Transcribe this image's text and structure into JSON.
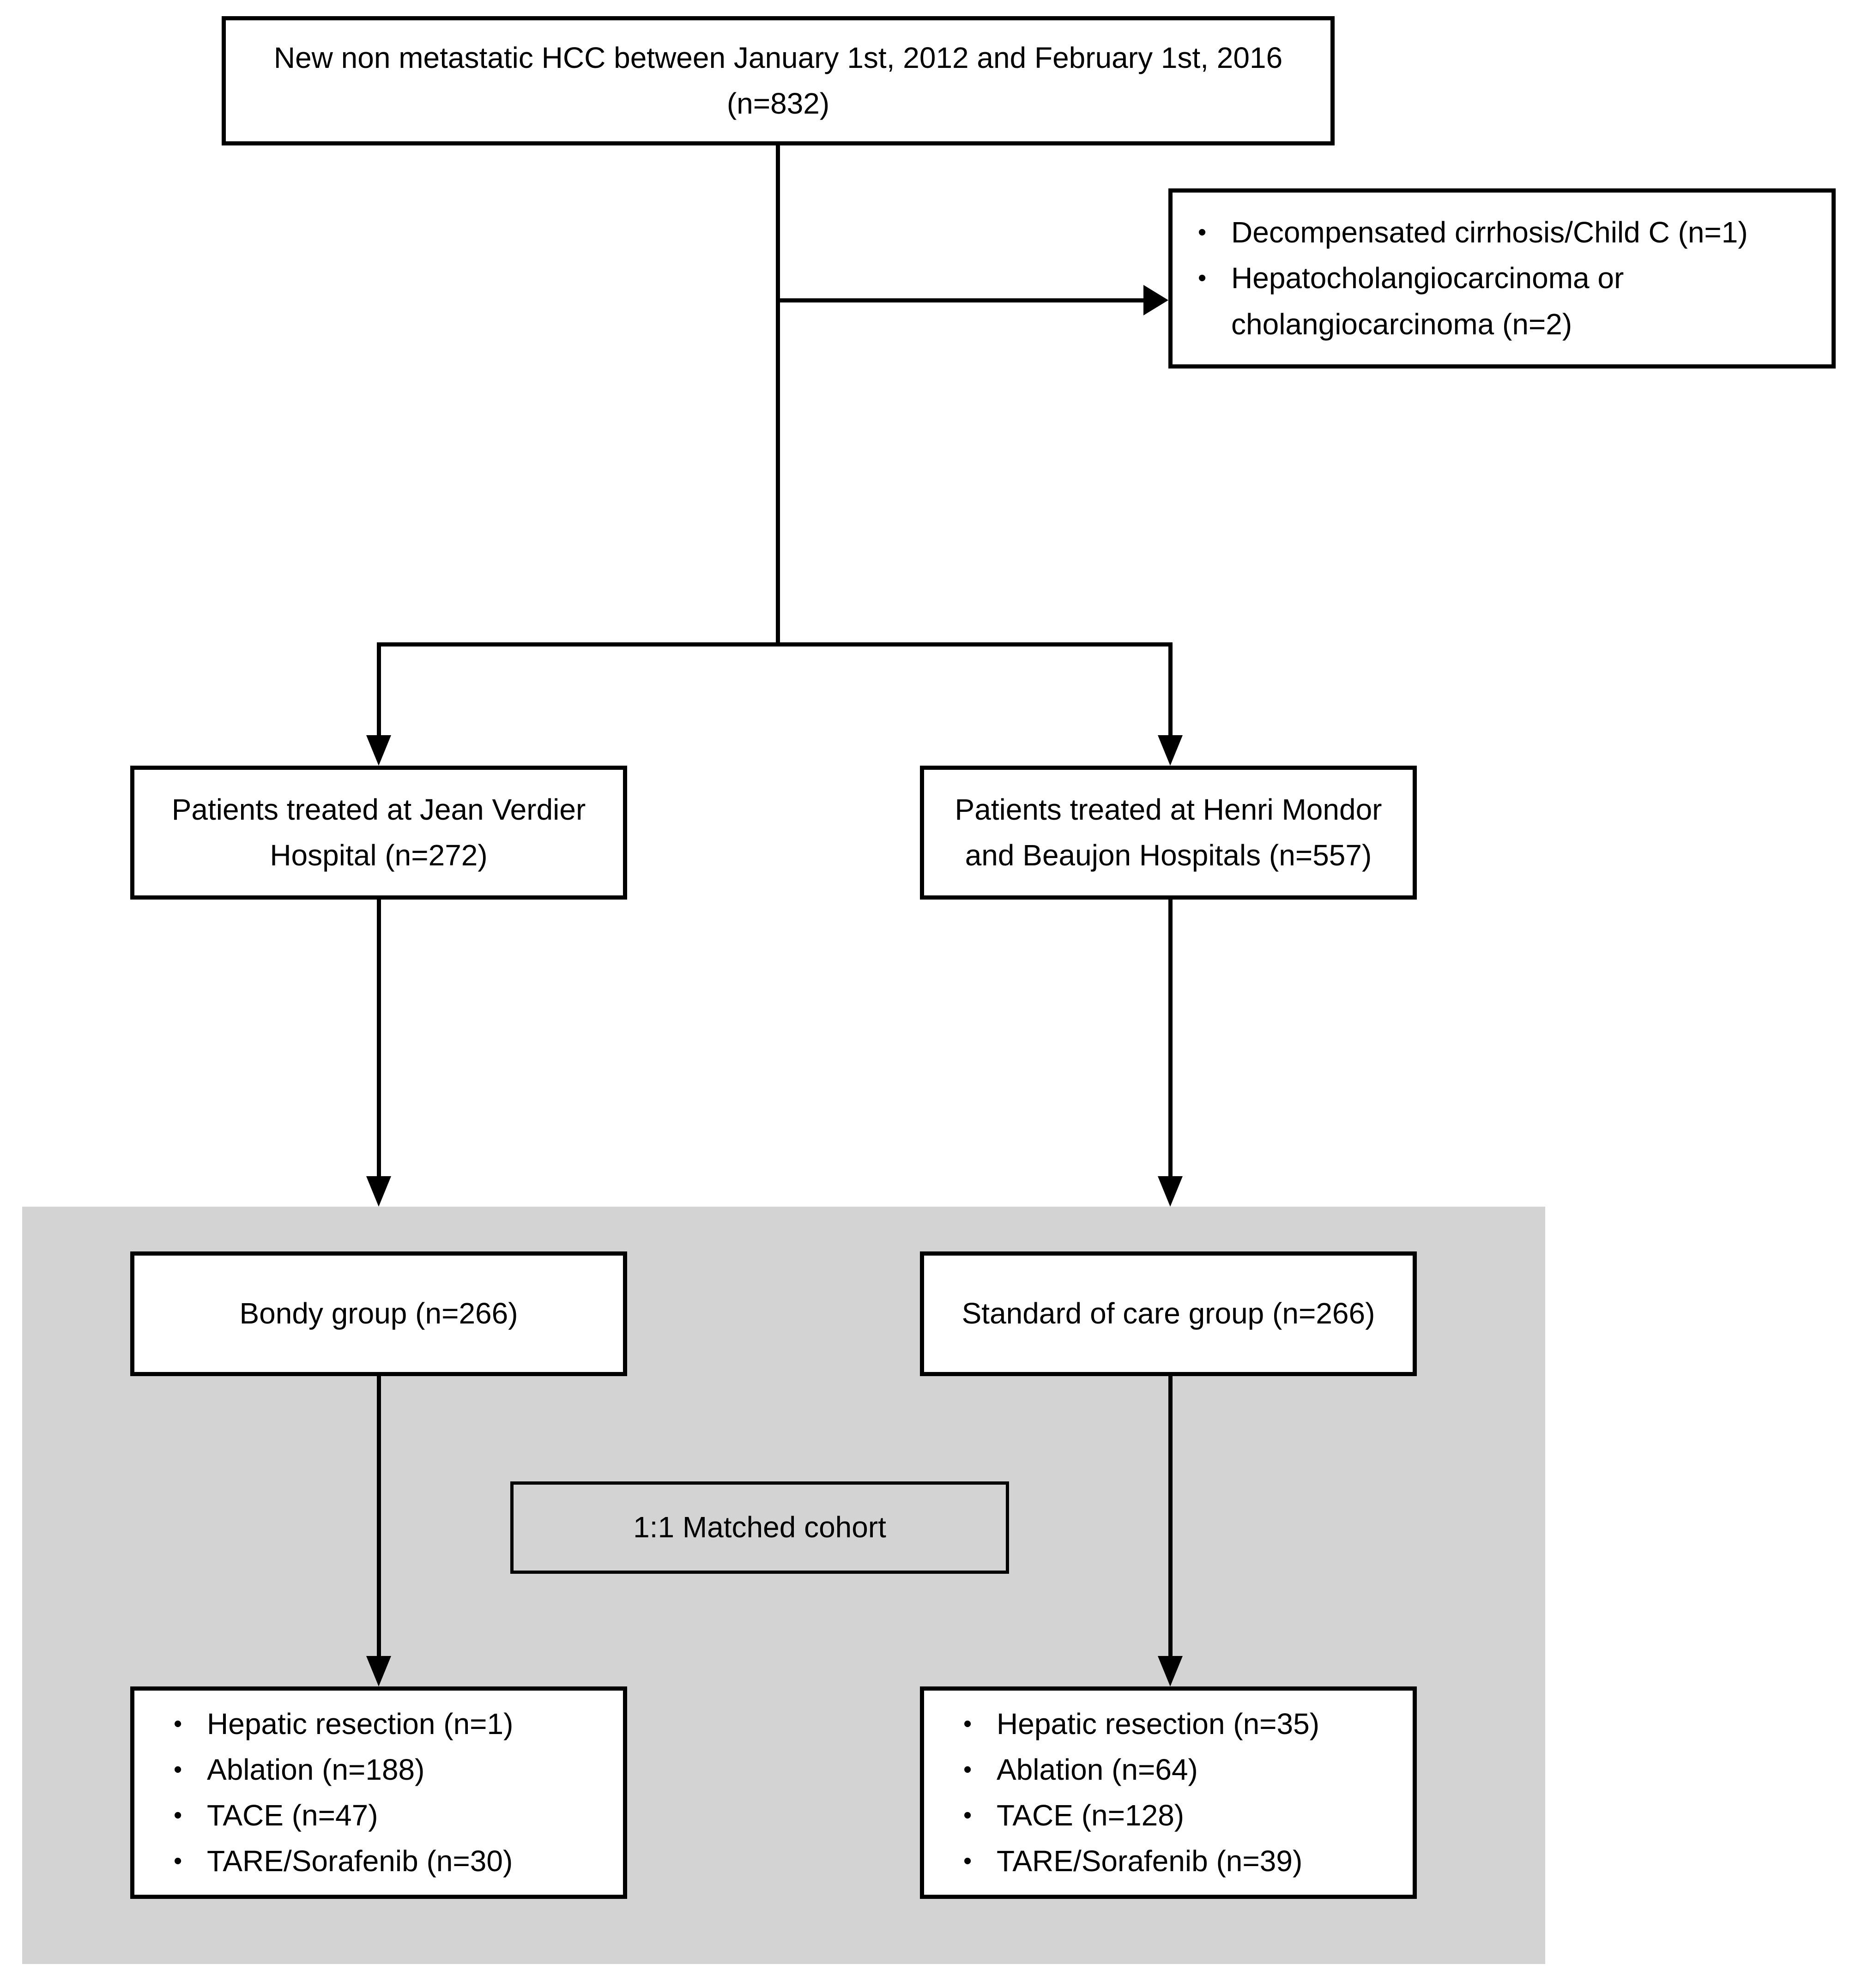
{
  "glyphs": {
    "bullet": "•"
  },
  "colors": {
    "page_background": "#ffffff",
    "box_fill": "#ffffff",
    "box_border": "#000000",
    "text": "#000000",
    "matched_region_fill": "#d3d3d3"
  },
  "flowchart": {
    "top_box": {
      "line1": "New non metastatic HCC between January 1st, 2012 and February 1st, 2016",
      "line2": "(n=832)"
    },
    "exclusion_box": {
      "items": [
        "Decompensated cirrhosis/Child C (n=1)",
        "Hepatocholangiocarcinoma or cholangiocarcinoma (n=2)"
      ]
    },
    "left_hospital_box": {
      "line1": "Patients treated at Jean Verdier",
      "line2": "Hospital (n=272)"
    },
    "right_hospital_box": {
      "line1": "Patients treated at Henri Mondor",
      "line2": "and Beaujon Hospitals (n=557)"
    },
    "bondy_box": {
      "label": "Bondy group (n=266)"
    },
    "standard_box": {
      "label": "Standard of care group (n=266)"
    },
    "matched_box": {
      "label": "1:1 Matched cohort"
    },
    "bondy_treatment_box": {
      "items": [
        "Hepatic resection (n=1)",
        "Ablation (n=188)",
        "TACE (n=47)",
        "TARE/Sorafenib (n=30)"
      ]
    },
    "standard_treatment_box": {
      "items": [
        "Hepatic resection (n=35)",
        "Ablation (n=64)",
        "TACE (n=128)",
        "TARE/Sorafenib (n=39)"
      ]
    }
  }
}
